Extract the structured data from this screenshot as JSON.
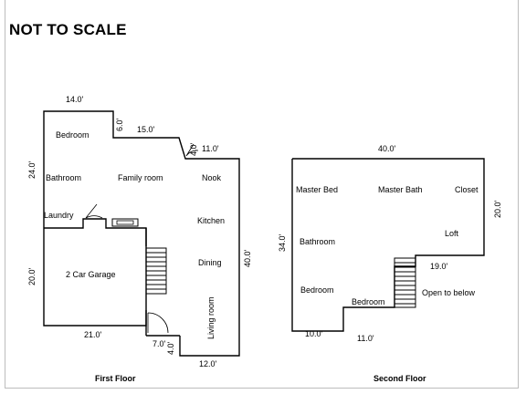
{
  "title": "NOT TO SCALE",
  "first_floor": {
    "caption": "First Floor",
    "rooms": {
      "bedroom": "Bedroom",
      "bathroom": "Bathroom",
      "family_room": "Family room",
      "nook": "Nook",
      "laundry": "Laundry",
      "kitchen": "Kitchen",
      "garage": "2 Car Garage",
      "dining": "Dining",
      "living_room": "Living room"
    },
    "dimensions": {
      "top": "14.0'",
      "notch_v": "6.0'",
      "notch_h": "15.0'",
      "small_v": "4.0'",
      "nook_top": "11.0'",
      "left": "24.0'",
      "garage_left": "20.0'",
      "right": "40.0'",
      "garage_bottom": "21.0'",
      "door_h": "7.0'",
      "door_v": "4.0'",
      "bottom": "12.0'"
    }
  },
  "second_floor": {
    "caption": "Second Floor",
    "rooms": {
      "master_bed": "Master Bed",
      "master_bath": "Master Bath",
      "closet": "Closet",
      "bathroom": "Bathroom",
      "loft": "Loft",
      "bedroom_left": "Bedroom",
      "bedroom_mid": "Bedroom",
      "open_below": "Open to below"
    },
    "dimensions": {
      "top": "40.0'",
      "right": "20.0'",
      "left": "34.0'",
      "step": "19.0'",
      "bottom_left": "10.0'",
      "bottom_mid": "11.0'"
    }
  }
}
